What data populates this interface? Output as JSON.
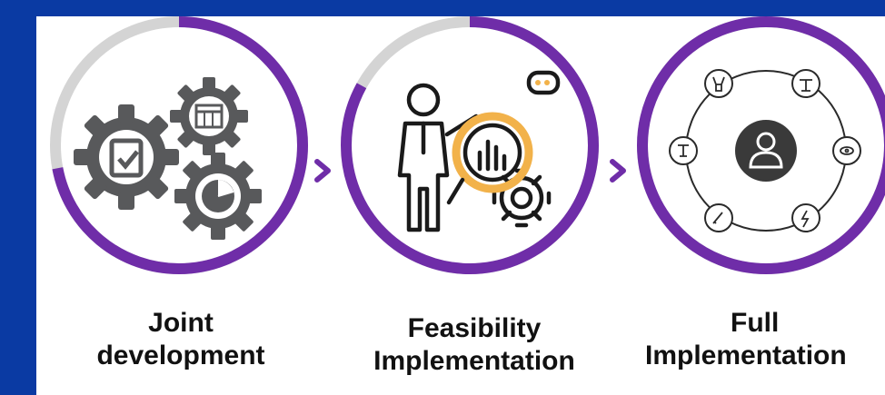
{
  "stages": [
    {
      "line1": "Joint",
      "line2": "development",
      "progress": 0.72
    },
    {
      "line1": "Feasibility",
      "line2": "Implementation",
      "progress": 0.83
    },
    {
      "line1": "Full",
      "line2": "Implementation",
      "progress": 1.0
    }
  ],
  "colors": {
    "background": "#0a3aa3",
    "ring": "#6f2da8",
    "ring_track": "#d4d4d4",
    "gear": "#58595b",
    "highlight": "#f2b24a",
    "center_badge": "#3a3a3a"
  },
  "icons": {
    "stage1": "gears-with-checklist-calendar-piechart-icon",
    "stage2": "presenter-with-chart-magnifier-icon",
    "stage3": "user-hub-with-tools-icon"
  }
}
